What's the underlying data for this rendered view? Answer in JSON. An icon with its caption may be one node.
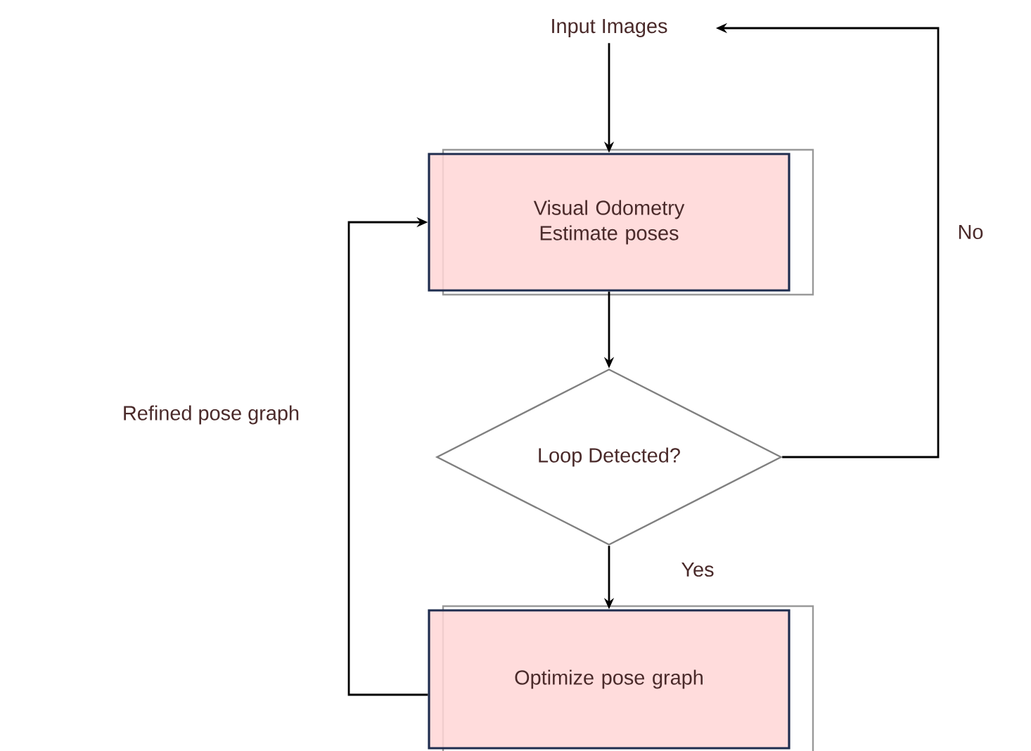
{
  "diagram": {
    "nodes": [
      {
        "text": [
          "Input Images"
        ]
      },
      {
        "text": [
          "Visual Odometry Estimate poses"
        ]
      },
      {
        "text": [
          "Loop Detected?"
        ]
      },
      {
        "text": [
          "Optimize pose graph"
        ]
      }
    ],
    "edges": [
      {
        "from": 0,
        "to": 1,
        "arrow": "to"
      },
      {
        "from": 1,
        "to": 2,
        "arrow": "to"
      },
      {
        "from": 2,
        "to": 3,
        "arrow": "to",
        "label": "Yes"
      },
      {
        "from": 2,
        "to": 0,
        "arrow": "to",
        "label": "No"
      },
      {
        "from": 3,
        "to": 1,
        "arrow": "to",
        "label": "Refined pose graph"
      }
    ]
  }
}
